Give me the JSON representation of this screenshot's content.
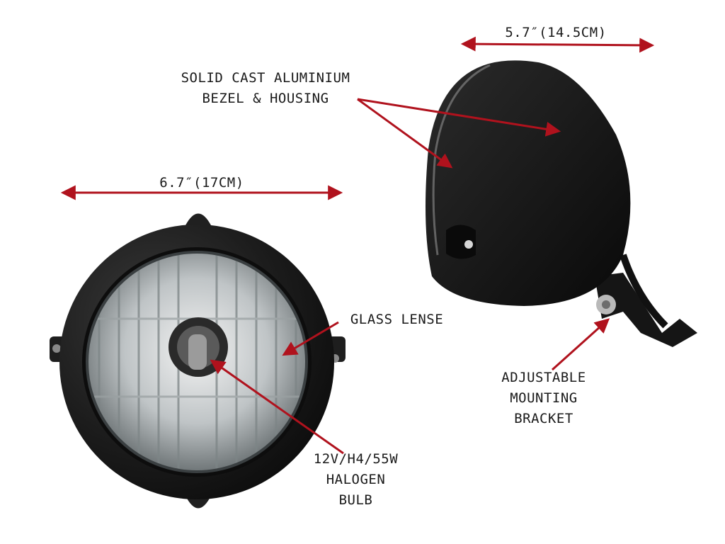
{
  "colors": {
    "arrow": "#b0121d",
    "housing": "#1b1b1b",
    "background": "#ffffff"
  },
  "dimensions": {
    "depth": "5.7″(14.5CM)",
    "diameter": "6.7″(17CM)"
  },
  "callouts": {
    "housing": {
      "line1": "SOLID CAST ALUMINIUM",
      "line2": "BEZEL & HOUSING"
    },
    "lens": {
      "line1": "GLASS LENSE"
    },
    "bracket": {
      "line1": "ADJUSTABLE",
      "line2": "MOUNTING",
      "line3": "BRACKET"
    },
    "bulb": {
      "line1": "12V/H4/55W",
      "line2": "HALOGEN",
      "line3": "BULB"
    }
  }
}
